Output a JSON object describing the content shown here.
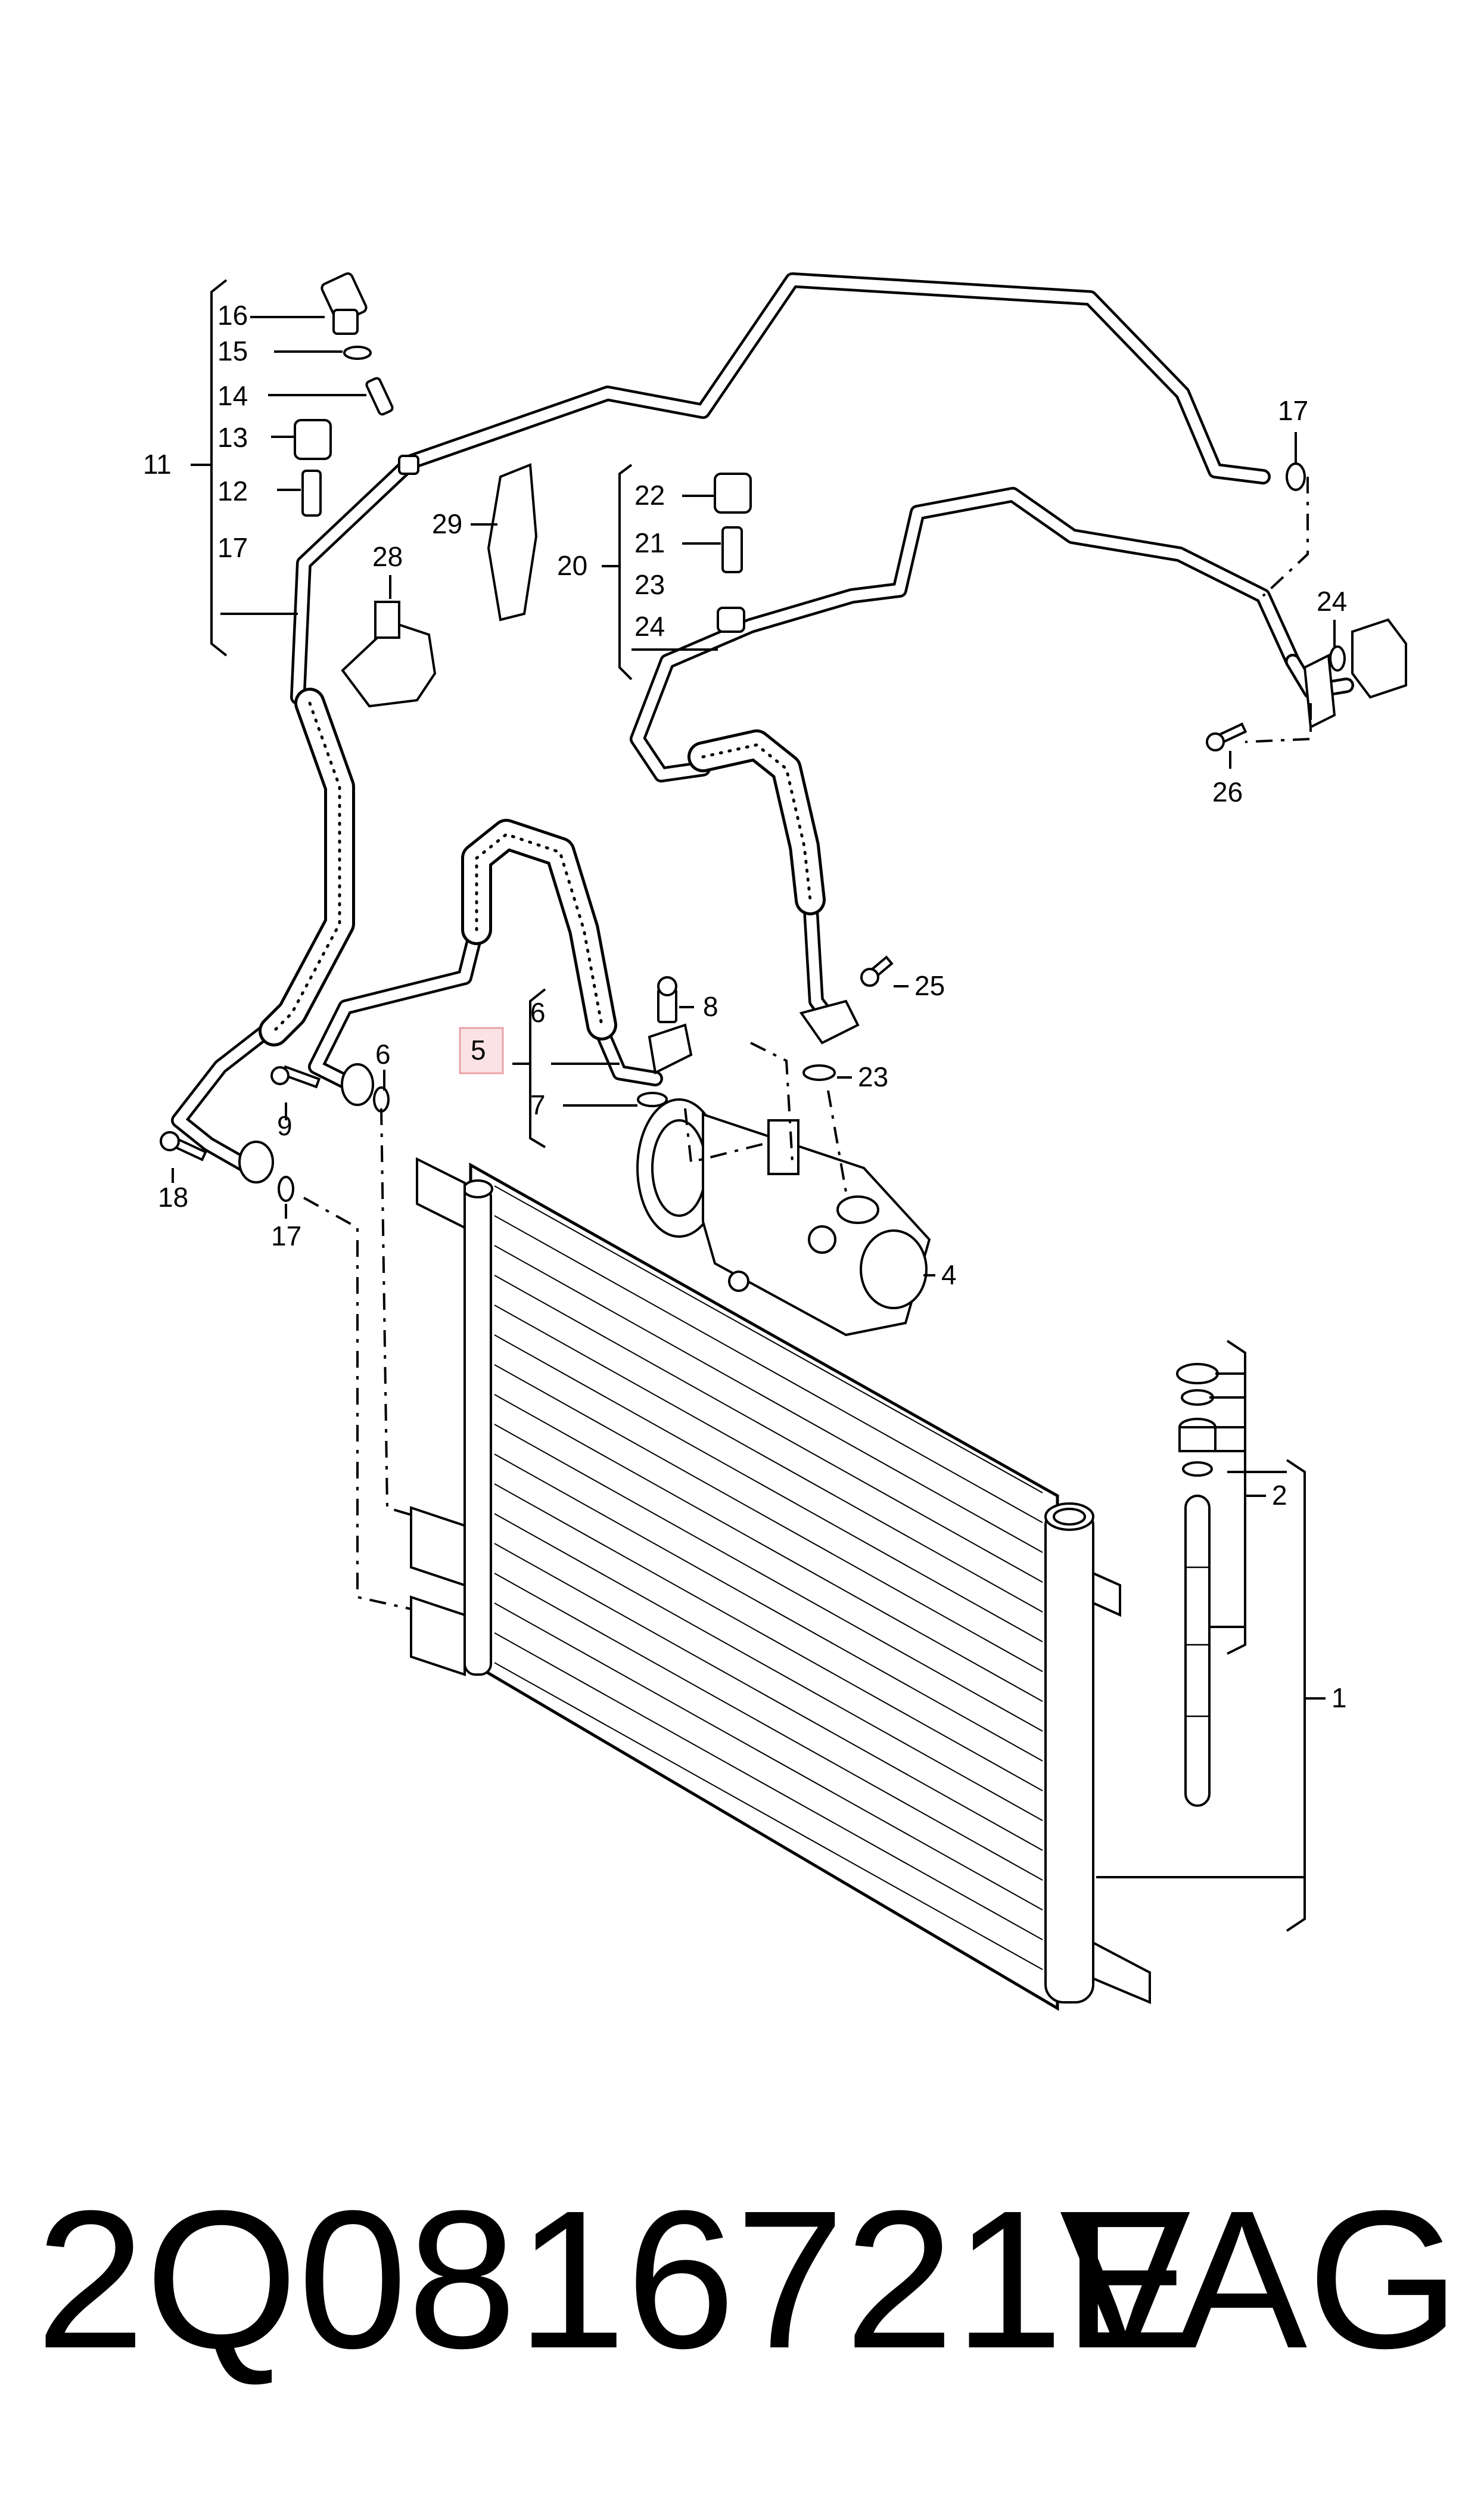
{
  "callouts": {
    "c1": "1",
    "c2": "2",
    "c4": "4",
    "c5": "5",
    "c6a": "6",
    "c6b": "6",
    "c7": "7",
    "c8": "8",
    "c9": "9",
    "c11": "11",
    "c12": "12",
    "c13": "13",
    "c14": "14",
    "c15": "15",
    "c16": "16",
    "c17a": "17",
    "c17b": "17",
    "c17c": "17",
    "c18": "18",
    "c20": "20",
    "c21": "21",
    "c22": "22",
    "c23a": "23",
    "c23b": "23",
    "c24a": "24",
    "c24b": "24",
    "c25": "25",
    "c26": "26",
    "c28": "28",
    "c29": "29"
  },
  "highlight_color": "#e8a3a8",
  "footer": {
    "part_number": "2Q0816721E",
    "brand": "VAG"
  }
}
